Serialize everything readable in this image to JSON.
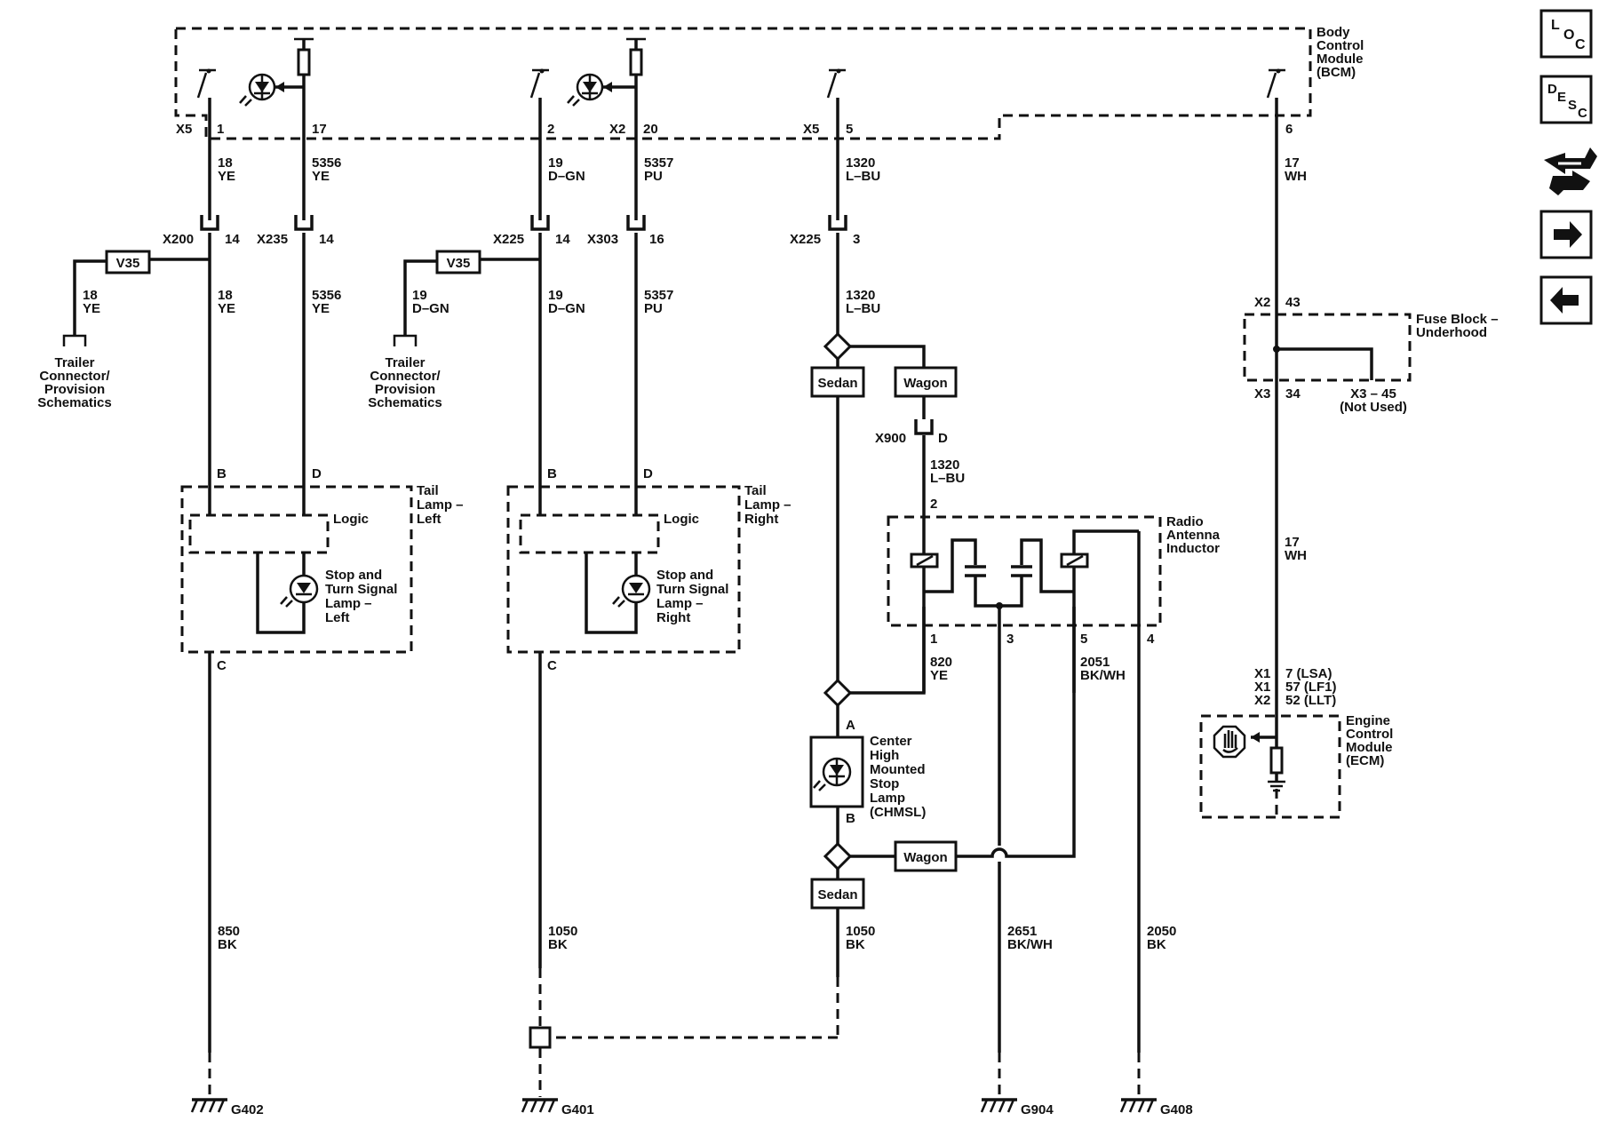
{
  "bcm": {
    "lines": [
      "Body",
      "Control",
      "Module",
      "(BCM)"
    ]
  },
  "bcm_pins": {
    "x5_a": "X5",
    "p1": "1",
    "p17": "17",
    "p2": "2",
    "x2": "X2",
    "p20": "20",
    "x5_b": "X5",
    "p5": "5",
    "p6": "6"
  },
  "wires": {
    "c1": [
      "18",
      "YE"
    ],
    "c2": [
      "5356",
      "YE"
    ],
    "c3": [
      "19",
      "D–GN"
    ],
    "c4": [
      "5357",
      "PU"
    ],
    "c5": [
      "1320",
      "L–BU"
    ],
    "c6": [
      "17",
      "WH"
    ],
    "c1b": [
      "18",
      "YE"
    ],
    "c2b": [
      "5356",
      "YE"
    ],
    "c3b": [
      "19",
      "D–GN"
    ],
    "c4b": [
      "5357",
      "PU"
    ],
    "c5b": [
      "1320",
      "L–BU"
    ],
    "trailer_l": [
      "18",
      "YE"
    ],
    "trailer_r": [
      "19",
      "D–GN"
    ],
    "x900": [
      "1320",
      "L–BU"
    ],
    "wh_lower": [
      "17",
      "WH"
    ],
    "ye820": [
      "820",
      "YE"
    ],
    "bkwh2051": [
      "2051",
      "BK/WH"
    ],
    "g402": [
      "850",
      "BK"
    ],
    "g401": [
      "1050",
      "BK"
    ],
    "chmsl_bk": [
      "1050",
      "BK"
    ],
    "g904": [
      "2651",
      "BK/WH"
    ],
    "g408": [
      "2050",
      "BK"
    ]
  },
  "connectors": {
    "x200": "X200",
    "x200_pin": "14",
    "x235": "X235",
    "x235_pin": "14",
    "x225a": "X225",
    "x225a_pin": "14",
    "x303": "X303",
    "x303_pin": "16",
    "x225b": "X225",
    "x225b_pin": "3",
    "x900": "X900",
    "x900_pin": "D"
  },
  "option": {
    "v35_left": "V35",
    "v35_right": "V35"
  },
  "trailer": {
    "left": [
      "Trailer",
      "Connector/",
      "Provision",
      "Schematics"
    ],
    "right": [
      "Trailer",
      "Connector/",
      "Provision",
      "Schematics"
    ]
  },
  "tail_left": {
    "title": [
      "Tail",
      "Lamp –",
      "Left"
    ],
    "pin_b": "B",
    "pin_d": "D",
    "pin_c": "C",
    "logic": "Logic",
    "lamp": [
      "Stop and",
      "Turn Signal",
      "Lamp –",
      "Left"
    ]
  },
  "tail_right": {
    "title": [
      "Tail",
      "Lamp –",
      "Right"
    ],
    "pin_b": "B",
    "pin_d": "D",
    "pin_c": "C",
    "logic": "Logic",
    "lamp": [
      "Stop and",
      "Turn Signal",
      "Lamp –",
      "Right"
    ]
  },
  "body_style": {
    "sedan_top": "Sedan",
    "wagon_top": "Wagon",
    "wagon_bottom": "Wagon",
    "sedan_bottom": "Sedan"
  },
  "antenna": {
    "title": [
      "Radio",
      "Antenna",
      "Inductor"
    ],
    "pin2": "2",
    "pin1": "1",
    "pin3": "3",
    "pin5": "5",
    "pin4": "4"
  },
  "chmsl": {
    "title": [
      "Center",
      "High",
      "Mounted",
      "Stop",
      "Lamp",
      "(CHMSL)"
    ],
    "pin_a": "A",
    "pin_b": "B"
  },
  "fuse_block": {
    "title": [
      "Fuse Block –",
      "Underhood"
    ],
    "x2": "X2",
    "p43": "43",
    "x3": "X3",
    "p34": "34",
    "x3_45": "X3 – 45",
    "not_used": "(Not Used)"
  },
  "ecm": {
    "title": [
      "Engine",
      "Control",
      "Module",
      "(ECM)"
    ],
    "conn": [
      "X1",
      "X1",
      "X2"
    ],
    "pins": [
      "7 (LSA)",
      "57 (LF1)",
      "52 (LLT)"
    ]
  },
  "grounds": {
    "g402": "G402",
    "g401": "G401",
    "g904": "G904",
    "g408": "G408"
  },
  "nav": {
    "loc": [
      "L",
      "O",
      "C"
    ],
    "desc": [
      "D",
      "E",
      "S",
      "C"
    ],
    "icons": [
      "connector-icon",
      "arrow-right-icon",
      "arrow-left-icon"
    ]
  }
}
